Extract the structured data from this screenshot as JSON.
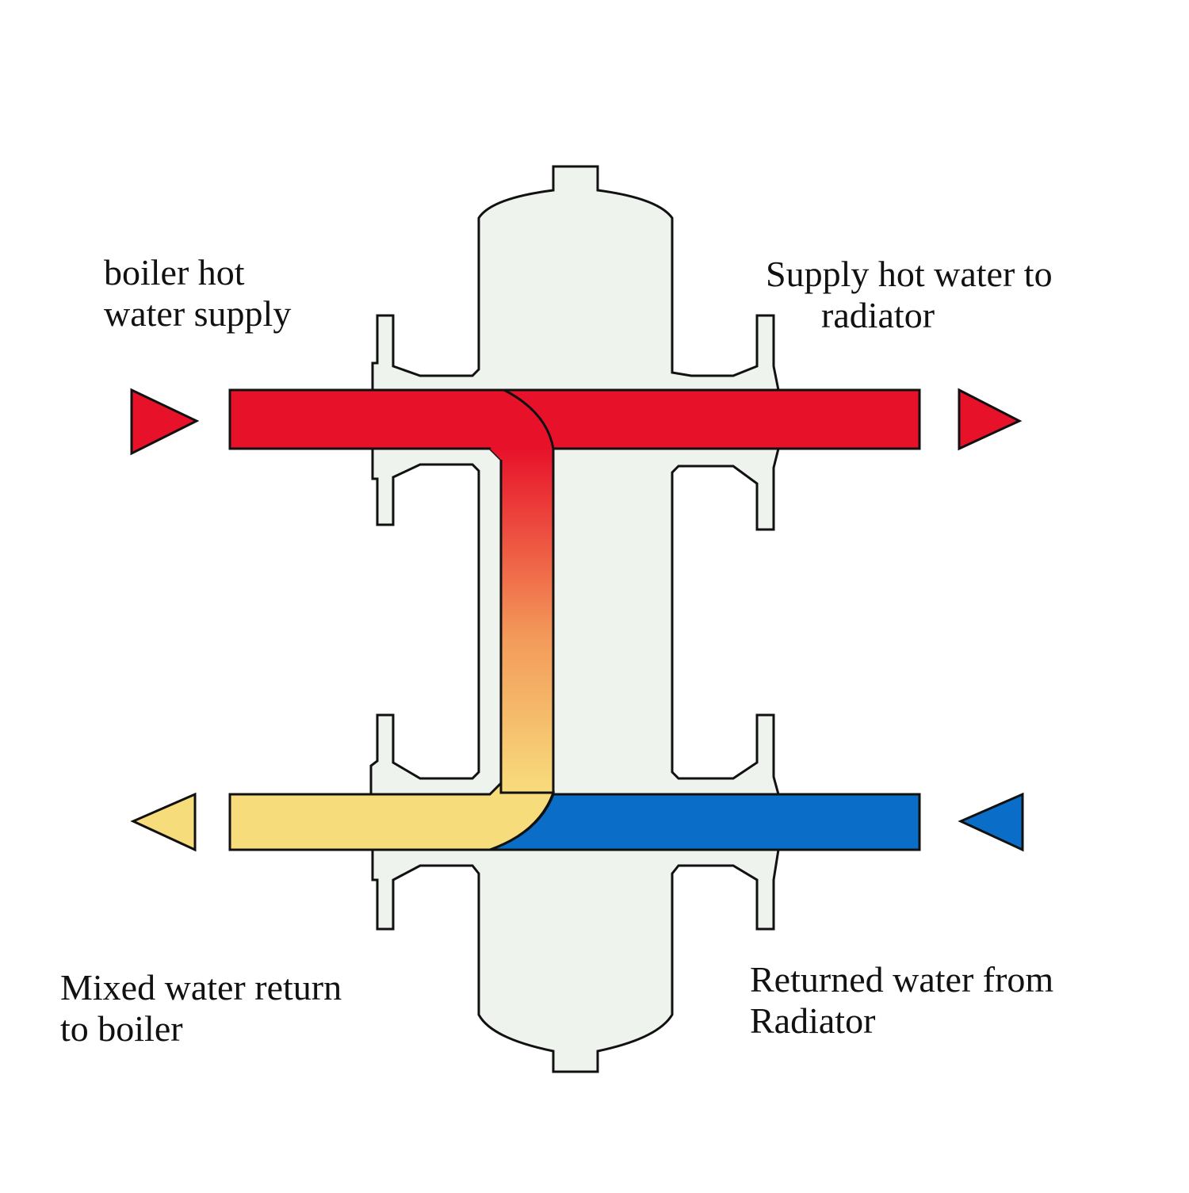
{
  "labels": {
    "boiler_supply": {
      "line1": "boiler hot",
      "line2": "water supply"
    },
    "supply_to_radiator": {
      "line1": "Supply hot water to",
      "line2": "radiator"
    },
    "mixed_return": {
      "line1": "Mixed water return",
      "line2": "to boiler"
    },
    "returned_from_radiator": {
      "line1": "Returned water from",
      "line2": "Radiator"
    }
  },
  "colors": {
    "hot": "#e8112a",
    "warm": "#f39a5a",
    "mixed": "#f7dc7c",
    "cold": "#0a6ec8",
    "body": "#eef3ee",
    "outline": "#111111"
  },
  "icons": {
    "inlet_hot": "arrow-right-icon",
    "outlet_hot": "arrow-right-icon",
    "outlet_mixed": "arrow-left-icon",
    "inlet_cold": "arrow-left-icon"
  }
}
